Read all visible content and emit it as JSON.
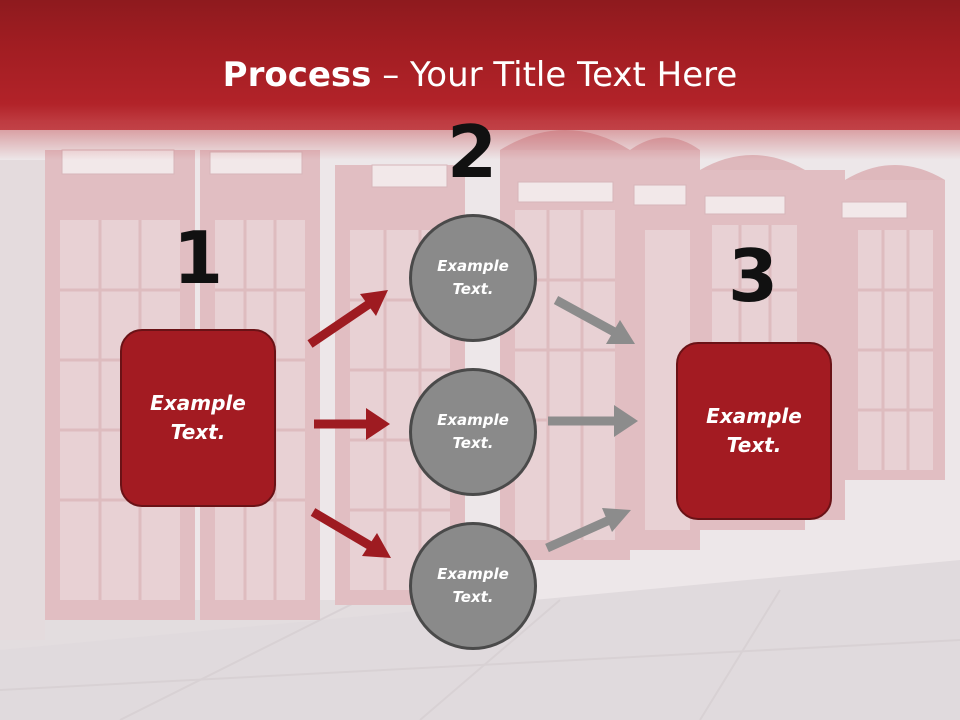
{
  "title": {
    "bold": "Process",
    "separator": " – ",
    "rest": "Your Title Text Here"
  },
  "steps": {
    "one": {
      "number": "1",
      "line1": "Example",
      "line2": "Text."
    },
    "two": {
      "number": "2"
    },
    "three": {
      "number": "3",
      "line1": "Example",
      "line2": "Text."
    }
  },
  "circles": [
    {
      "line1": "Example",
      "line2": "Text."
    },
    {
      "line1": "Example",
      "line2": "Text."
    },
    {
      "line1": "Example",
      "line2": "Text."
    }
  ],
  "colors": {
    "header": "#a11d22",
    "box_fill": "#a31b22",
    "circle_fill": "#8a8a8a",
    "red_arrow": "#9e1b21",
    "gray_arrow": "#8c8c8c"
  }
}
